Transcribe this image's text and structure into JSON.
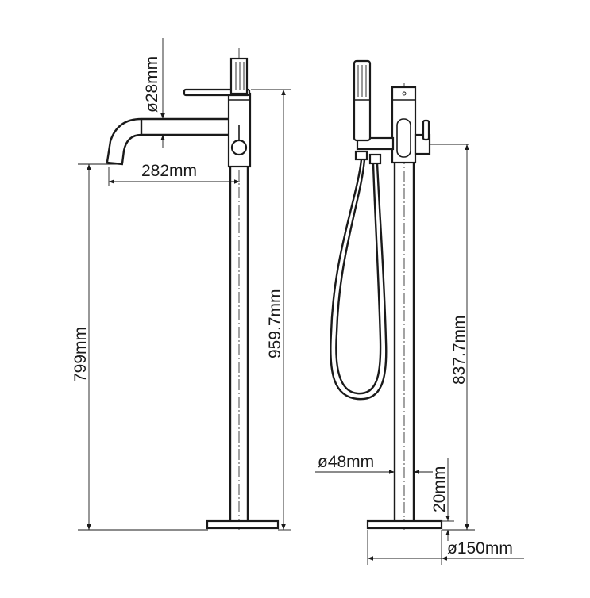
{
  "dimensions": {
    "diameter_spout": "ø28mm",
    "spout_reach": "282mm",
    "spout_height": "799mm",
    "total_height_left": "959.7mm",
    "total_height_right": "837.7mm",
    "pipe_diameter": "ø48mm",
    "base_height": "20mm",
    "base_diameter": "ø150mm"
  },
  "colors": {
    "line": "#1a1a1a",
    "background": "#ffffff"
  }
}
